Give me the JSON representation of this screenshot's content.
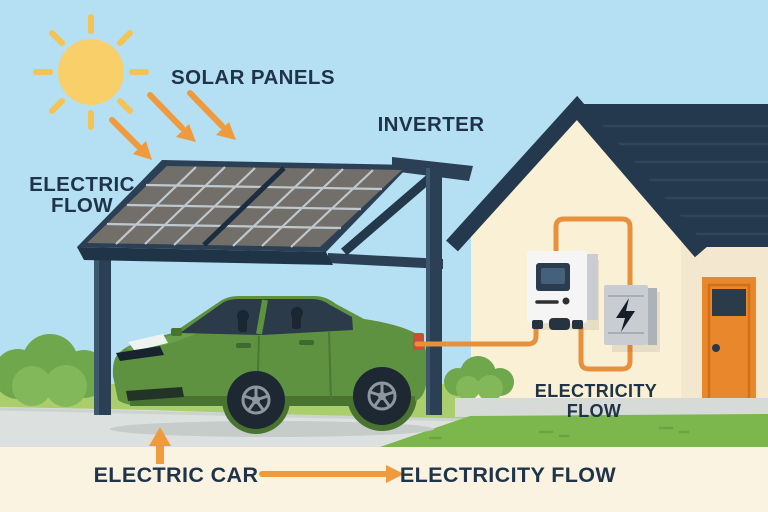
{
  "labels": {
    "solar_panels": "SOLAR PANELS",
    "electric_flow_line1": "ELECTRIC",
    "electric_flow_line2": "FLOW",
    "inverter": "INVERTER",
    "electricity_flow_wall_line1": "ELECTRICITY",
    "electricity_flow_wall_line2": "FLOW",
    "caption_electric_car": "ELECTRIC CAR",
    "caption_electricity_flow": "ELECTRICITY FLOW"
  },
  "icons": {
    "sun": "sun-icon",
    "sunlight_arrows": "arrow-down-right-icon",
    "lightning_bolt": "lightning-bolt-icon",
    "car_pointer": "arrow-up-icon",
    "flow_arrow": "arrow-right-icon"
  },
  "colors": {
    "sky": "#B5DFF2",
    "sun": "#F9CF6A",
    "sun_ray": "#F3C453",
    "arrow_orange": "#F09A3E",
    "wire_orange": "#E8913C",
    "label_navy": "#1F3349",
    "structure_navy": "#2B4054",
    "structure_dark": "#203448",
    "roof_navy": "#24394D",
    "panel_cell": "#726E69",
    "panel_grid": "#BFC8CE",
    "wall_cream": "#FAF0D6",
    "wall_side": "#F3E8CF",
    "door_orange": "#E8872B",
    "grass_back": "#A9CE6B",
    "grass_front": "#7CB74D",
    "bush_green": "#6FA74C",
    "bush_green_light": "#82B85A",
    "pavement": "#DCE0DE",
    "band_cream": "#FAF3E1",
    "car_green": "#5E9140",
    "car_green_dark": "#49742F",
    "window_navy": "#2B3B49",
    "device_white": "#F4F5F4",
    "device_gray": "#C9CDD2",
    "bolt_black": "#141E29"
  }
}
